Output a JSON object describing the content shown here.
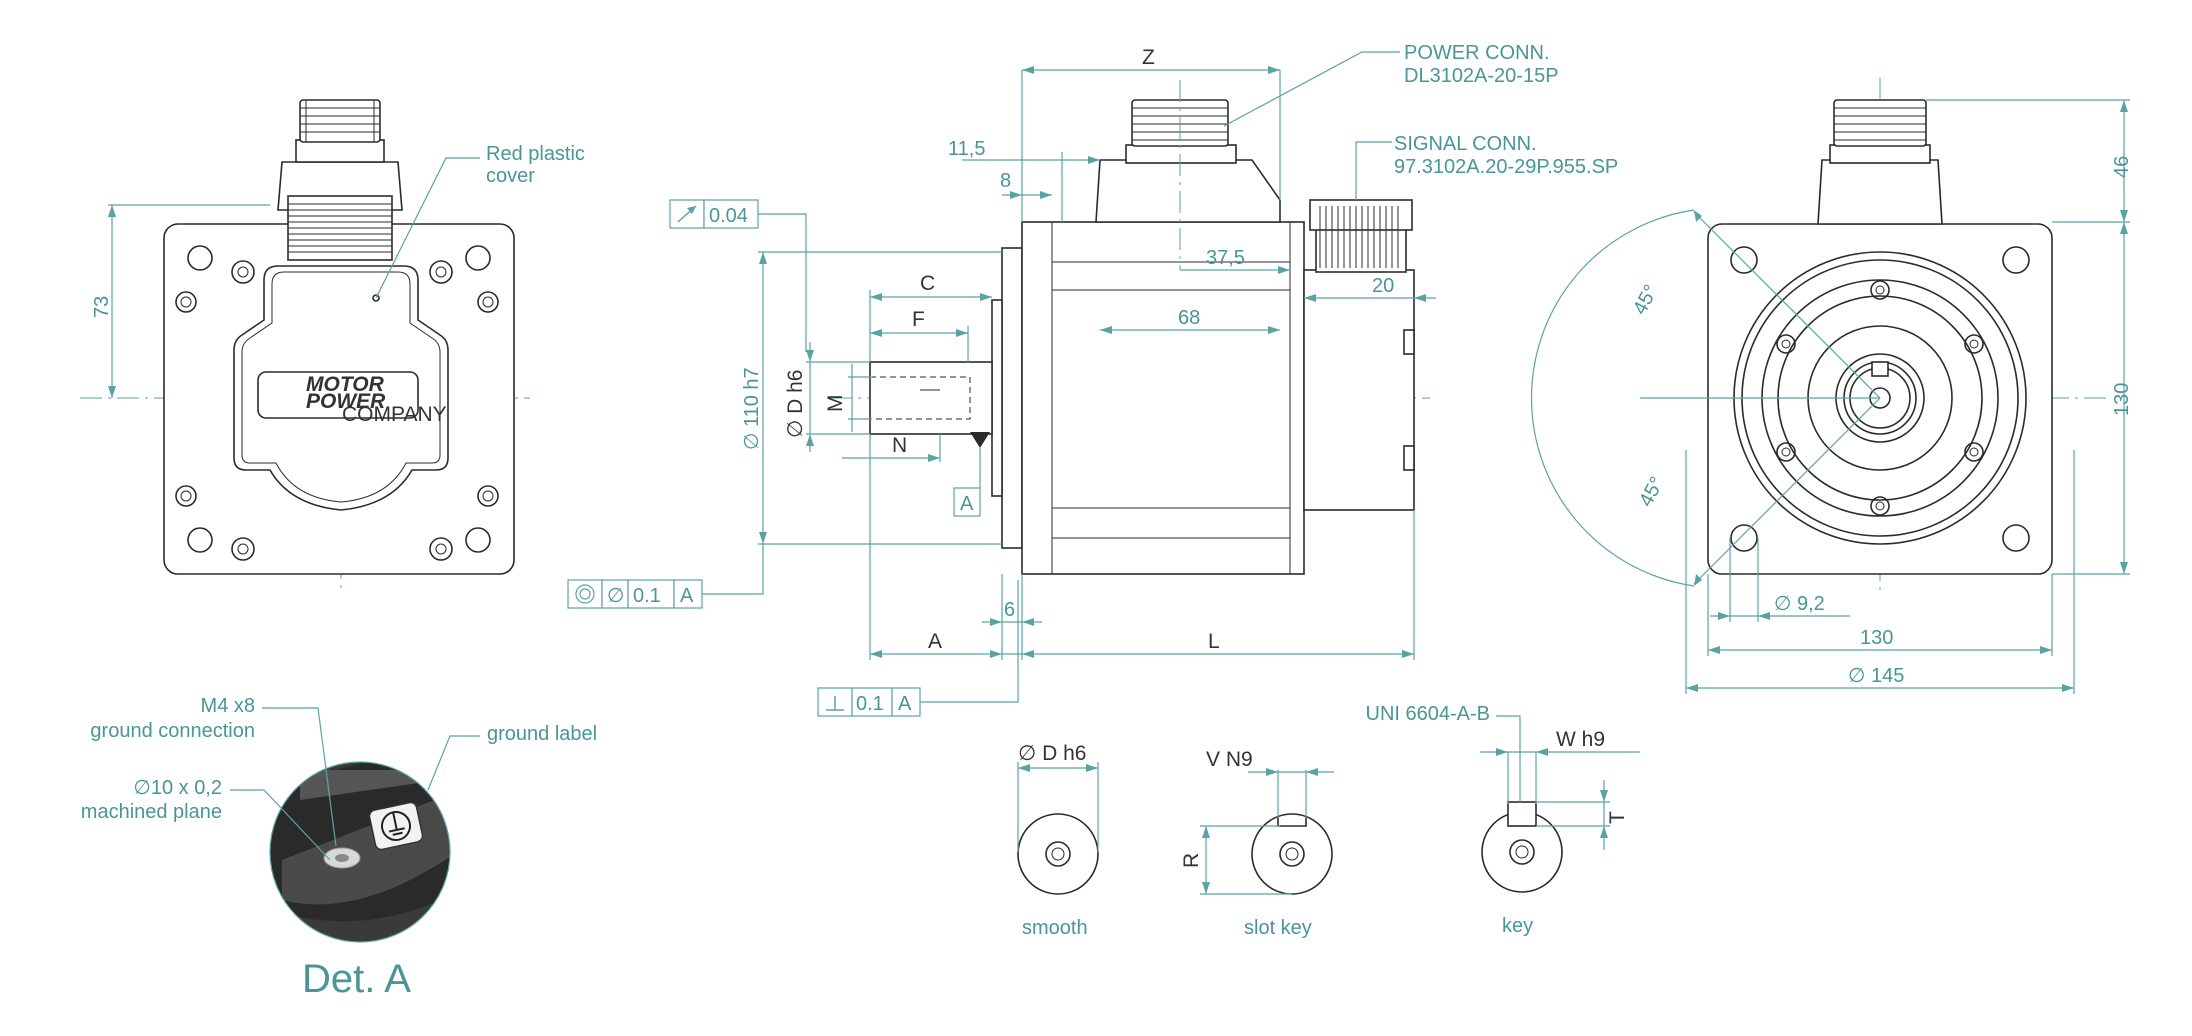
{
  "labels": {
    "red_cover": "Red plastic",
    "red_cover_2": "cover",
    "logo_1": "MOTOR",
    "logo_2": "POWER",
    "logo_3": "COMPANY",
    "m4": "M4 x8",
    "ground_conn": "ground connection",
    "ground_label": "ground label",
    "phi10": "∅10 x 0,2",
    "machined": "machined plane",
    "det_a": "Det. A",
    "power_conn": "POWER CONN.",
    "power_conn_code": "DL3102A-20-15P",
    "signal_conn": "SIGNAL CONN.",
    "signal_conn_code": "97.3102A.20-29P.955.SP",
    "uni": "UNI 6604-A-B",
    "smooth": "smooth",
    "slot_key": "slot key",
    "key": "key"
  },
  "dims": {
    "d73": "73",
    "z": "Z",
    "d11_5": "11,5",
    "d8": "8",
    "d37_5": "37,5",
    "d20": "20",
    "d68": "68",
    "c": "C",
    "f": "F",
    "m": "M",
    "dh6": "∅ D h6",
    "n": "N",
    "d110": "∅ 110 h7",
    "a_datum": "A",
    "d6": "6",
    "a": "A",
    "l": "L",
    "d46": "46",
    "d130v": "130",
    "ang1": "45°",
    "ang2": "45°",
    "d9_2": "∅ 9,2",
    "d130h": "130",
    "d145": "∅ 145",
    "dh6_2": "∅ D h6",
    "vn9": "V N9",
    "r": "R",
    "wh9": "W h9",
    "tk": "T"
  },
  "tolerances": {
    "runout_val": "0.04",
    "conc_phi": "∅",
    "conc_val": "0.1",
    "conc_ref": "A",
    "perp_val": "0.1",
    "perp_ref": "A"
  },
  "colors": {
    "outline": "#2b2b2b",
    "dimension": "#5aa3a3",
    "text": "#333333"
  }
}
